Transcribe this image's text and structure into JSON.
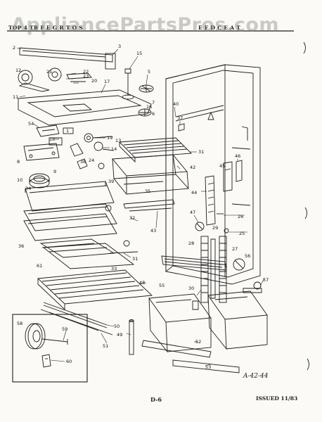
{
  "header": {
    "left": "TOP 4 TR  F E G R T O   S",
    "right": "  E  F  D   C  E A  T"
  },
  "watermark": "AppliancePartsPros.com",
  "illustration_code": "A-42-44",
  "footer": {
    "page": "D-6",
    "issued": "ISSUED 11/83"
  },
  "callouts": [
    "2",
    "3",
    "15",
    "5",
    "12",
    "21",
    "22",
    "23",
    "20",
    "11",
    "17",
    "7",
    "40",
    "37",
    "54",
    "6",
    "16",
    "18",
    "19",
    "14",
    "1",
    "13",
    "8",
    "38",
    "24",
    "31",
    "46",
    "42",
    "45",
    "44",
    "10",
    "9",
    "39",
    "34",
    "35",
    "36",
    "32",
    "43",
    "47",
    "26",
    "25",
    "28",
    "29",
    "27",
    "56",
    "61",
    "33",
    "31",
    "55",
    "48",
    "30",
    "57",
    "50",
    "58",
    "59",
    "51",
    "49",
    "60",
    "52",
    "53"
  ],
  "colors": {
    "ink": "#1d1d1d",
    "paper": "#fbfaf6",
    "watermark": "#8a8a8a"
  }
}
